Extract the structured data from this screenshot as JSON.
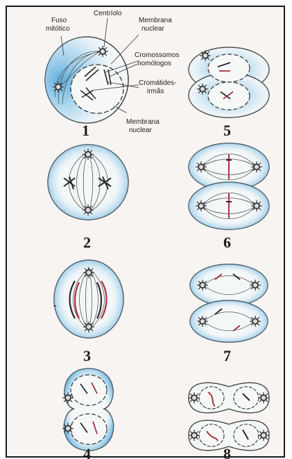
{
  "labels": {
    "fuso_mitotico": [
      "Fuso",
      "mitótico"
    ],
    "centriolo": "Centríolo",
    "membrana_nuclear_top": [
      "Membrana",
      "nuclear"
    ],
    "cromossomos_homologos": [
      "Cromossomos",
      "homólogos"
    ],
    "cromatides_irmas": [
      "Cromátides-",
      "irmãs"
    ],
    "membrana_nuclear_bottom": [
      "Membrana",
      "nuclear"
    ]
  },
  "stage_numbers": [
    "1",
    "2",
    "3",
    "4",
    "5",
    "6",
    "7",
    "8"
  ],
  "colors": {
    "cytoplasm": "#f4f7f8",
    "stain_blue": "#3f9fd6",
    "membrane": "#333333",
    "chromosome_red": "#a8343a",
    "chromosome_dark": "#2a2a2a",
    "frame": "#1a1a1a"
  }
}
